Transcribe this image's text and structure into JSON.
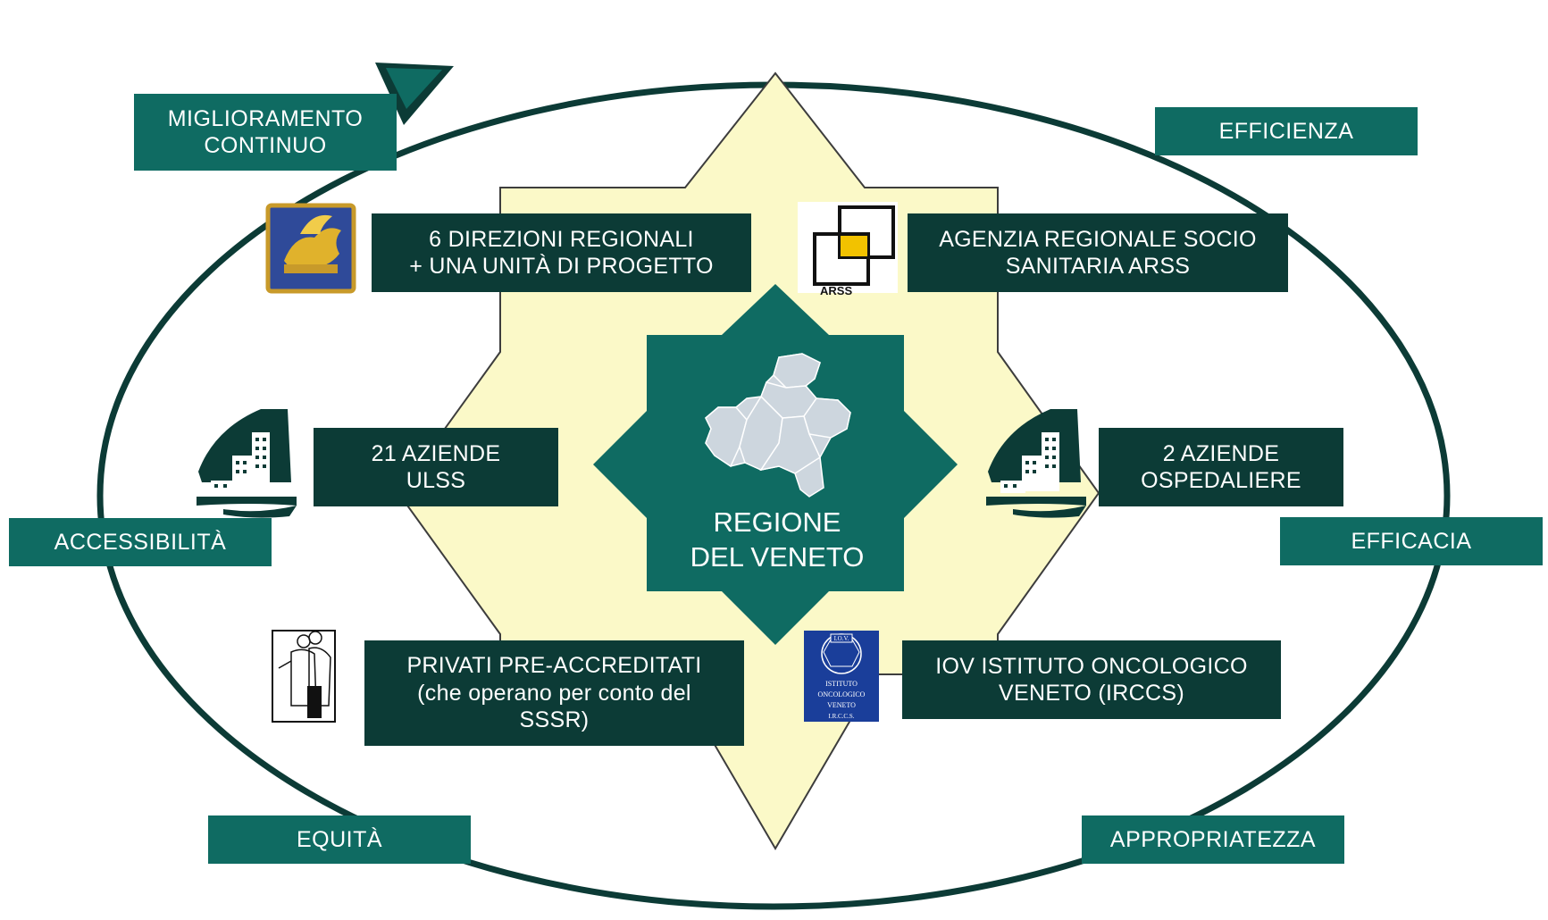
{
  "colors": {
    "ellipse": "#0c3b36",
    "principle_box": "#0f6b62",
    "entity_box": "#0c3b36",
    "star_fill": "#fbf9c8",
    "center_fill": "#0f6b62",
    "map_fill": "#cdd6de"
  },
  "principles": {
    "miglioramento": "MIGLIORAMENTO\nCONTINUO",
    "efficienza": "EFFICIENZA",
    "accessibilita": "ACCESSIBILITÀ",
    "efficacia": "EFFICACIA",
    "equita": "EQUITÀ",
    "appropriatezza": "APPROPRIATEZZA"
  },
  "center": {
    "title": "REGIONE\nDEL VENETO",
    "map_icon": "veneto-map-icon"
  },
  "entities": {
    "direzioni": "6 DIREZIONI REGIONALI\n+ UNA UNITÀ DI PROGETTO",
    "arss": "AGENZIA REGIONALE SOCIO\nSANITARIA ARSS",
    "ulss": "21 AZIENDE\nULSS",
    "ospedaliere": "2 AZIENDE\nOSPEDALIERE",
    "privati": "PRIVATI PRE-ACCREDITATI\n(che operano per conto del\nSSSR)",
    "iov": "IOV ISTITUTO ONCOLOGICO\nVENETO (IRCCS)"
  },
  "logos": {
    "arss_text": "ARSS",
    "iov_top": "I.O.V.",
    "iov_line1": "ISTITUTO",
    "iov_line2": "ONCOLOGICO",
    "iov_line3": "VENETO",
    "iov_line4": "I.R.C.C.S."
  },
  "icons": {
    "region_emblem": "lion-of-st-mark-icon",
    "arss_logo": "arss-logo-icon",
    "hospital_left": "hospital-building-icon",
    "hospital_right": "hospital-building-icon",
    "doctor": "doctor-patient-icon",
    "iov_logo": "iov-logo-icon"
  }
}
